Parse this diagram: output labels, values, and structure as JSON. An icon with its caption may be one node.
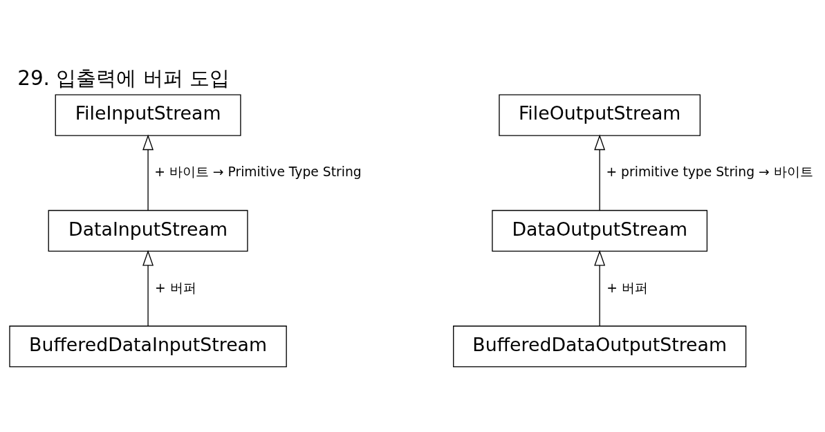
{
  "diagram": {
    "title": "29. 입출력에 버퍼 도입",
    "nodes": [
      {
        "text": [
          "FileInputStream"
        ]
      },
      {
        "text": [
          "DataInputStream"
        ]
      },
      {
        "text": [
          "BufferedDataInputStream"
        ]
      },
      {
        "text": [
          "FileOutputStream"
        ]
      },
      {
        "text": [
          "DataOutputStream"
        ]
      },
      {
        "text": [
          "BufferedDataOutputStream"
        ]
      }
    ],
    "edges": [
      {
        "from": 1,
        "to": 0,
        "arrow": "to",
        "label": "+ 바이트 → Primitive Type String"
      },
      {
        "from": 2,
        "to": 1,
        "arrow": "to",
        "label": "+ 버퍼"
      },
      {
        "from": 4,
        "to": 3,
        "arrow": "to",
        "label": "+ primitive type String → 바이트"
      },
      {
        "from": 5,
        "to": 4,
        "arrow": "to",
        "label": "+ 버퍼"
      }
    ]
  }
}
